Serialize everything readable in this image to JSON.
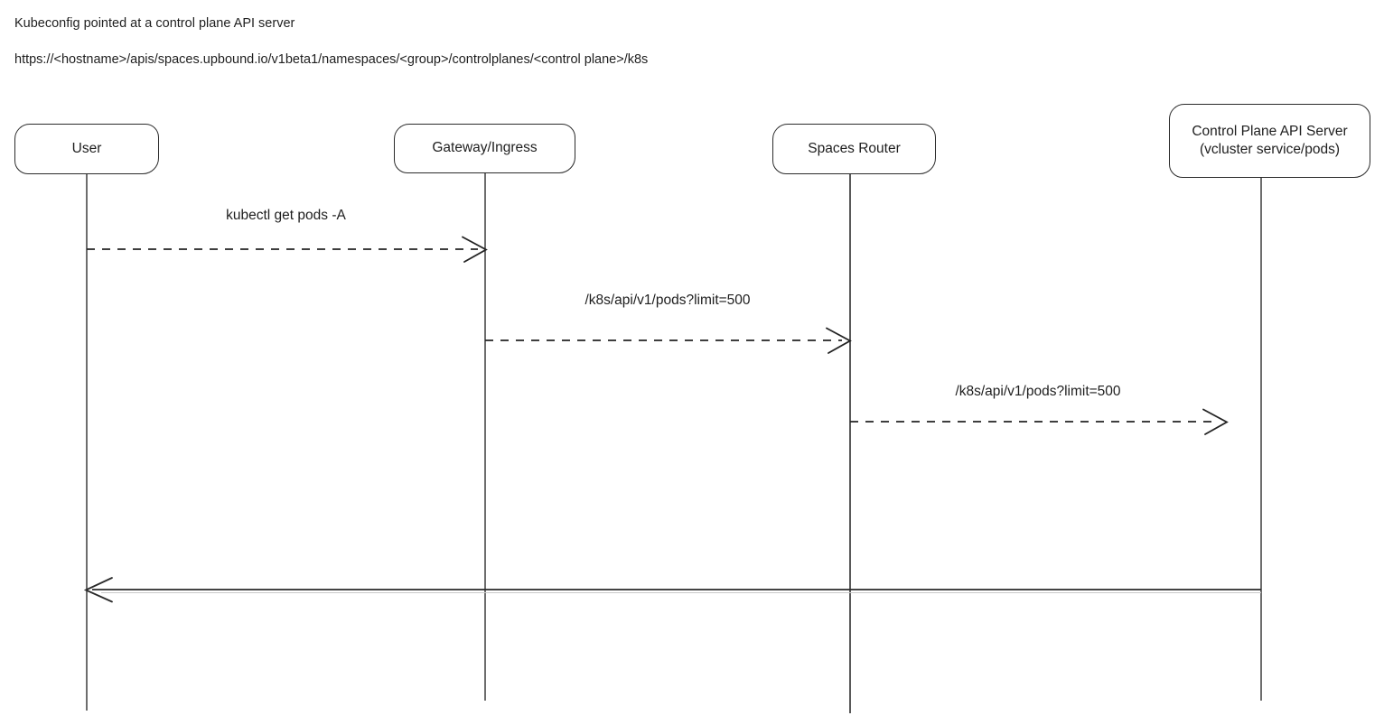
{
  "colors": {
    "stroke": "#1e1e1e",
    "background": "#ffffff"
  },
  "header": {
    "title": "Kubeconfig pointed at a control plane API server",
    "subtitle": "https://<hostname>/apis/spaces.upbound.io/v1beta1/namespaces/<group>/controlplanes/<control plane>/k8s"
  },
  "diagram": {
    "type": "sequence",
    "actors": [
      {
        "label": "User"
      },
      {
        "label": "Gateway/Ingress"
      },
      {
        "label": "Spaces Router"
      },
      {
        "label": "Control Plane API Server",
        "sublabel": "(vcluster service/pods)"
      }
    ],
    "messages": [
      {
        "from": "User",
        "to": "Gateway/Ingress",
        "label": "kubectl get pods -A",
        "line": "dashed"
      },
      {
        "from": "Gateway/Ingress",
        "to": "Spaces Router",
        "label": "/k8s/api/v1/pods?limit=500",
        "line": "dashed"
      },
      {
        "from": "Spaces Router",
        "to": "Control Plane API Server",
        "label": "/k8s/api/v1/pods?limit=500",
        "line": "dashed"
      },
      {
        "from": "Control Plane API Server",
        "to": "User",
        "label": "",
        "line": "solid"
      }
    ]
  }
}
